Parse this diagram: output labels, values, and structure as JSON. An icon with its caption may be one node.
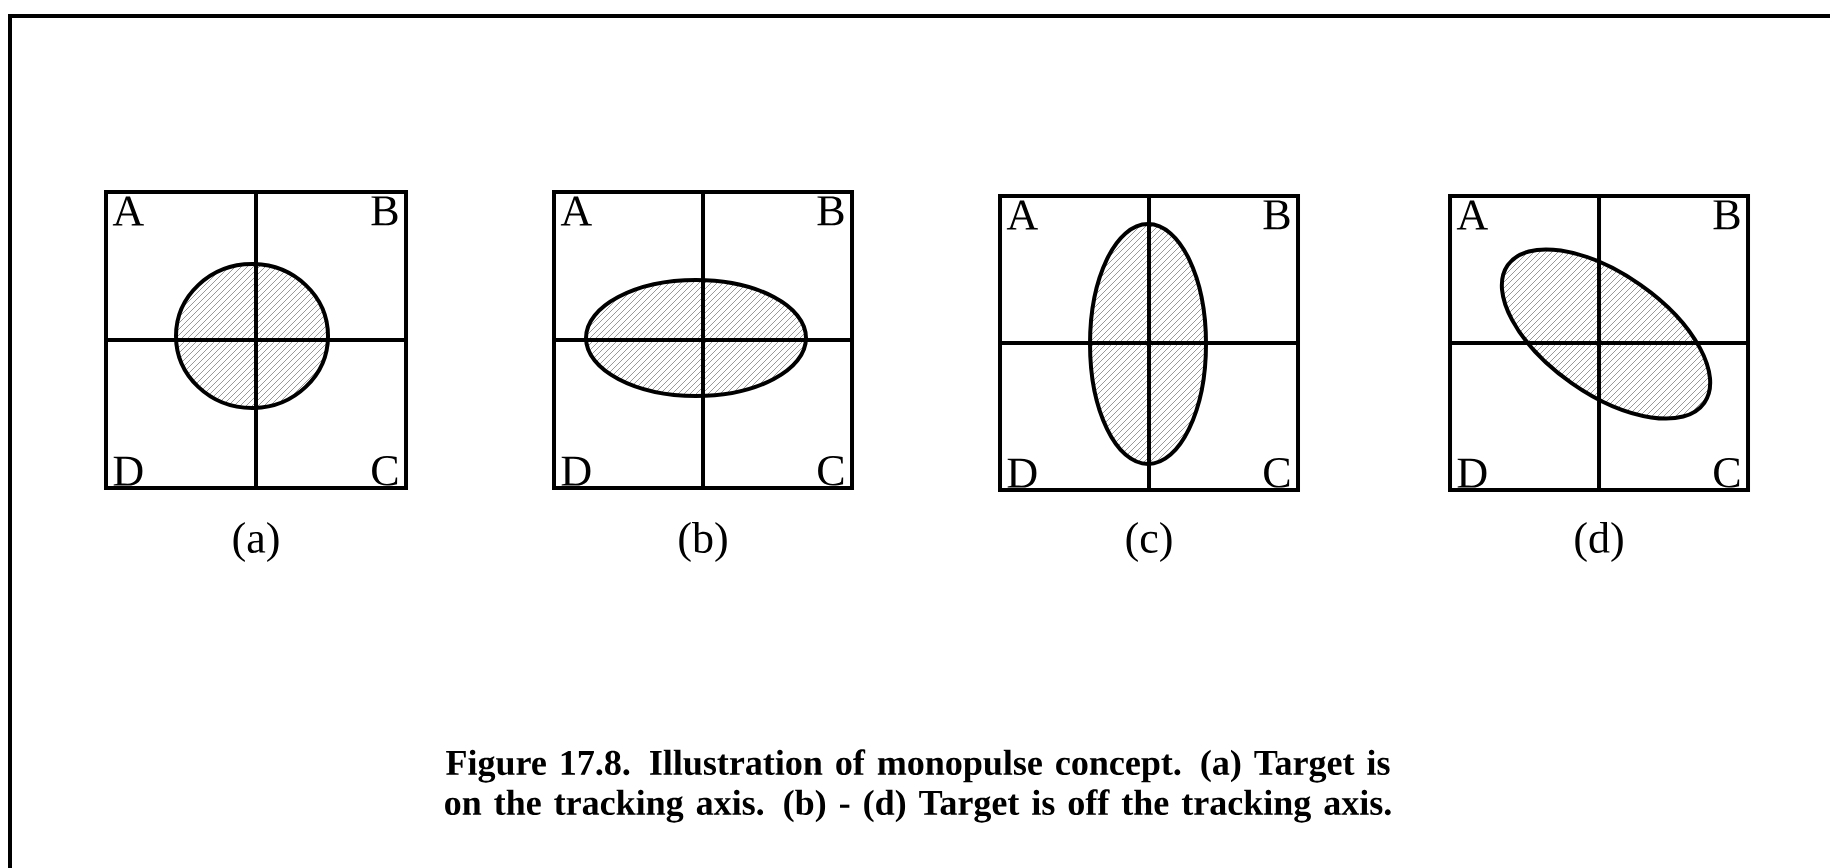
{
  "diagram": {
    "caption": "Figure 17.8. Illustration of monopulse concept. (a) Target is on the tracking axis. (b) - (d) Target is off the tracking axis.",
    "nodes": [
      {
        "text": [
          "A",
          "B",
          "D",
          "C"
        ],
        "beside": [
          "(a)"
        ]
      },
      {
        "text": [],
        "shape": "ellipse",
        "in": 0
      },
      {
        "text": [
          "A",
          "B",
          "D",
          "C"
        ],
        "beside": [
          "(b)"
        ]
      },
      {
        "text": [],
        "shape": "ellipse",
        "in": 2
      },
      {
        "text": [
          "A",
          "B",
          "D",
          "C"
        ],
        "beside": [
          "(c)"
        ]
      },
      {
        "text": [],
        "shape": "ellipse",
        "in": 4
      },
      {
        "text": [
          "A",
          "B",
          "D",
          "C"
        ],
        "beside": [
          "(d)"
        ]
      },
      {
        "text": [],
        "shape": "ellipse",
        "in": 6
      }
    ]
  }
}
